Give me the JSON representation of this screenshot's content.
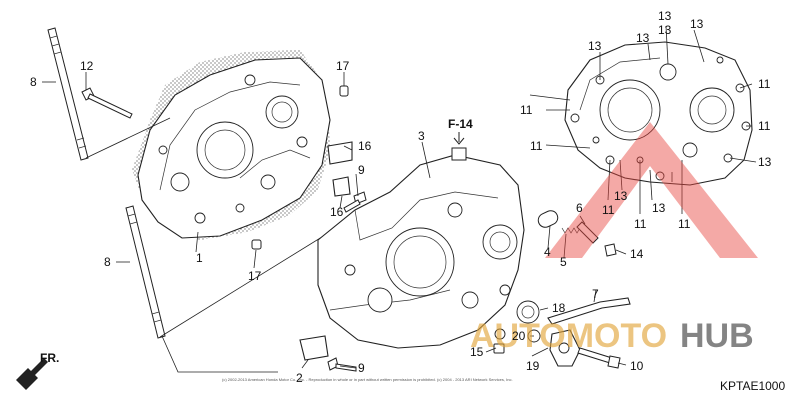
{
  "callouts": {
    "c1": "1",
    "c2": "2",
    "c3": "3",
    "c4": "4",
    "c5": "5",
    "c6": "6",
    "c7": "7",
    "c8a": "8",
    "c8b": "8",
    "c9a": "9",
    "c9b": "9",
    "c10": "10",
    "c11a": "11",
    "c11b": "11",
    "c11c": "11",
    "c11d": "11",
    "c11e": "11",
    "c11f": "11",
    "c11g": "11",
    "c12": "12",
    "c13a": "13",
    "c13b": "13",
    "c13c": "13",
    "c13d": "13",
    "c13e": "13",
    "c13f": "13",
    "c13g": "13",
    "c13h": "13",
    "c14": "14",
    "c15": "15",
    "c16a": "16",
    "c16b": "16",
    "c17a": "17",
    "c17b": "17",
    "c18": "18",
    "c19": "19",
    "c20": "20"
  },
  "reference": "F-14",
  "front_marker": "FR.",
  "diagram_code": "KPTAE1000",
  "copyright": "(c) 2002-2013 American Honda Motor Co., Inc. - Reproduction in whole or in part without written permission is prohibited. (c) 2004 - 2013 ARI Network Services, Inc.",
  "watermark": {
    "brand_left": "AUTOMOTO",
    "brand_right": "HUB"
  },
  "colors": {
    "watermark_red": "#e8473f",
    "watermark_gray": "#555555",
    "watermark_gold": "#e2a53a",
    "stipple": "#555555"
  }
}
